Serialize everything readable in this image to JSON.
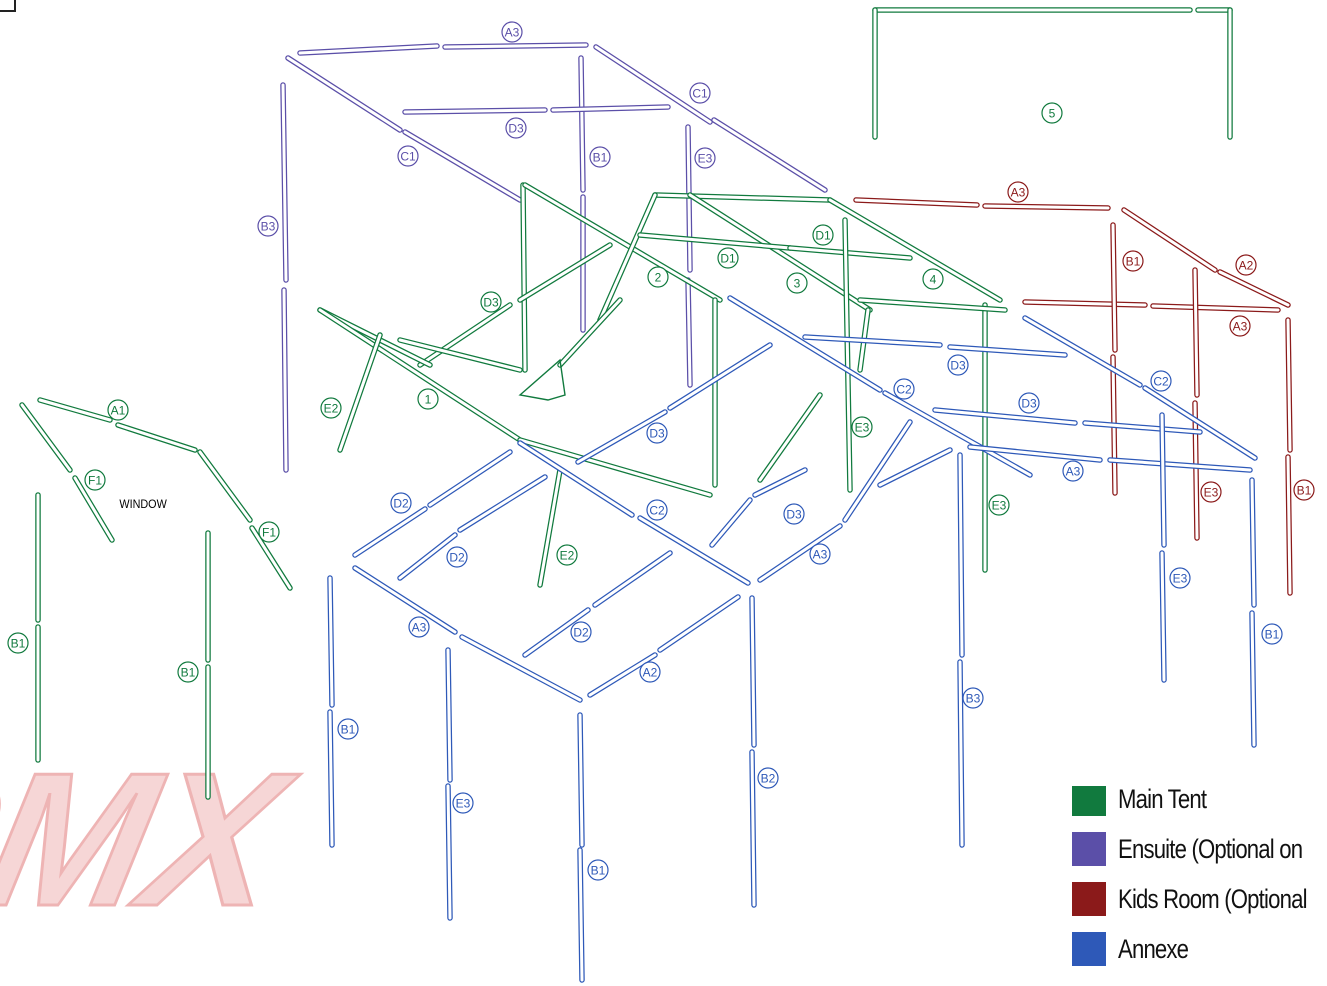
{
  "colors": {
    "main_tent": "#117a3e",
    "ensuite": "#5b4fa8",
    "kids_room": "#8b1a1a",
    "annexe": "#2e59b8",
    "watermark": "#f2c4c4"
  },
  "watermark_text": "PMX",
  "window_label": "WINDOW",
  "legend": [
    {
      "label": "Main Tent",
      "color": "#117a3e"
    },
    {
      "label": "Ensuite (Optional on",
      "color": "#5b4fa8"
    },
    {
      "label": "Kids Room (Optional",
      "color": "#8b1a1a"
    },
    {
      "label": "Annexe",
      "color": "#2e59b8"
    }
  ],
  "part_labels": {
    "ensuite": [
      "A3",
      "C1",
      "D3",
      "C1",
      "B1",
      "E3",
      "B3"
    ],
    "main": [
      "5",
      "D1",
      "D1",
      "2",
      "3",
      "4",
      "D3",
      "1",
      "E2",
      "A1",
      "F1",
      "F1",
      "B1",
      "B1",
      "E3",
      "E3",
      "E2"
    ],
    "kids": [
      "A3",
      "B1",
      "A2",
      "A3",
      "E3",
      "B1"
    ],
    "annexe": [
      "D3",
      "C2",
      "D3",
      "C2",
      "D3",
      "A3",
      "D2",
      "C2",
      "D2",
      "D3",
      "A3",
      "D2",
      "A3",
      "A2",
      "B1",
      "E3",
      "B1",
      "B2",
      "B3",
      "E3",
      "B1"
    ]
  }
}
